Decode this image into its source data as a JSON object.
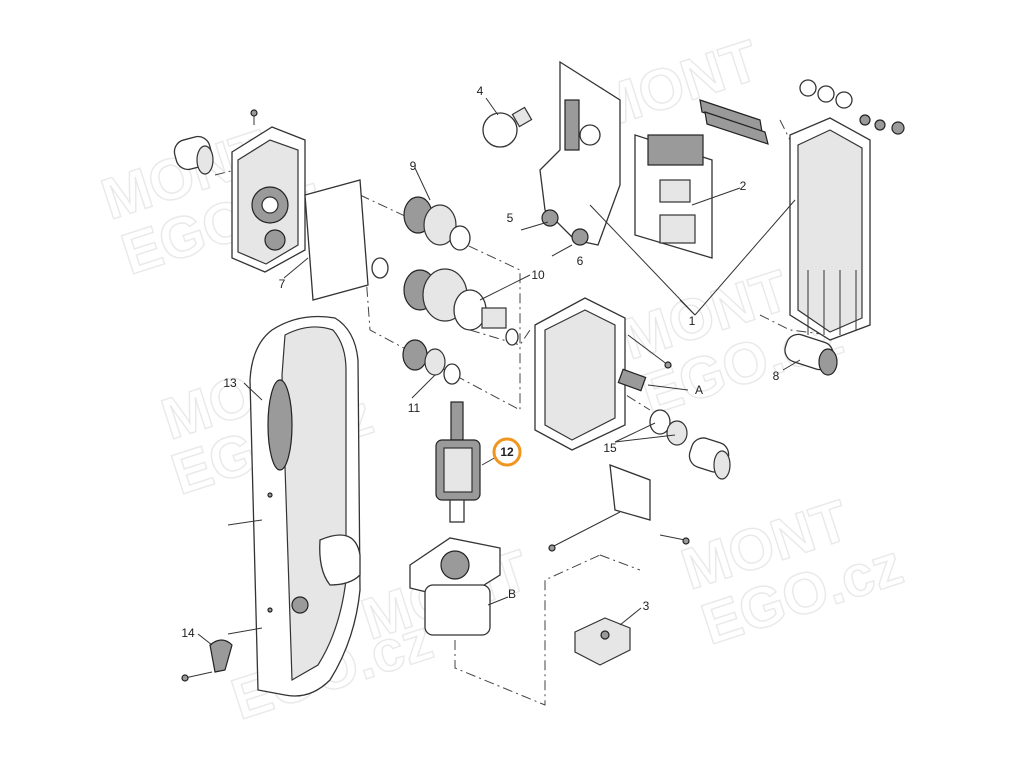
{
  "watermark": {
    "line1": "MONT",
    "line2": "EGO.cz"
  },
  "callouts": [
    {
      "id": "c1",
      "text": "1"
    },
    {
      "id": "c2",
      "text": "2"
    },
    {
      "id": "c3",
      "text": "3"
    },
    {
      "id": "c4",
      "text": "4"
    },
    {
      "id": "c5",
      "text": "5"
    },
    {
      "id": "c6",
      "text": "6"
    },
    {
      "id": "c7",
      "text": "7"
    },
    {
      "id": "c8",
      "text": "8"
    },
    {
      "id": "c9",
      "text": "9"
    },
    {
      "id": "c10",
      "text": "10"
    },
    {
      "id": "c11",
      "text": "11"
    },
    {
      "id": "c12",
      "text": "12",
      "highlighted": true
    },
    {
      "id": "c13",
      "text": "13"
    },
    {
      "id": "c14",
      "text": "14"
    },
    {
      "id": "c15",
      "text": "15"
    },
    {
      "id": "cA",
      "text": "A"
    },
    {
      "id": "cB",
      "text": "B"
    }
  ],
  "highlight_color": "#f0951e"
}
